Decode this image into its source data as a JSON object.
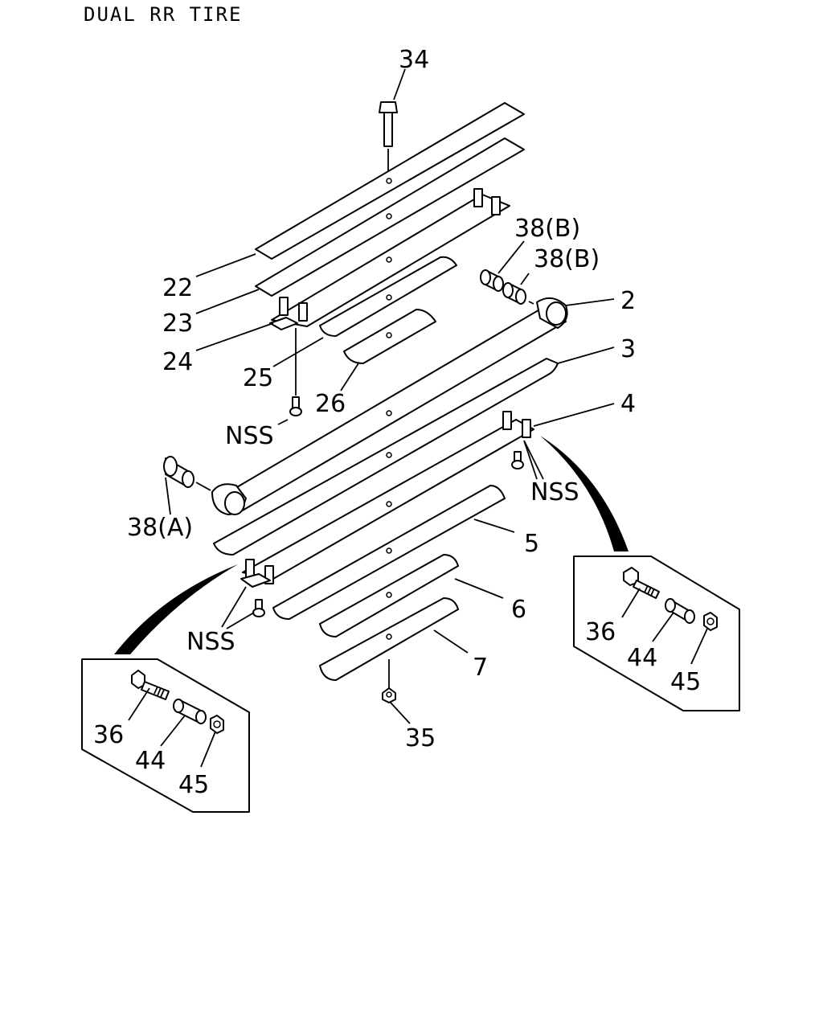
{
  "title": "DUAL RR TIRE",
  "labels": {
    "p34": "34",
    "p22": "22",
    "p23": "23",
    "p24": "24",
    "p25": "25",
    "p26": "26",
    "p38b_1": "38(B)",
    "p38b_2": "38(B)",
    "p2": "2",
    "p3": "3",
    "p4": "4",
    "p5": "5",
    "p6": "6",
    "p7": "7",
    "p35": "35",
    "p38a": "38(A)",
    "nss_1": "NSS",
    "nss_2": "NSS",
    "nss_3": "NSS",
    "right_box": {
      "p36": "36",
      "p44": "44",
      "p45": "45"
    },
    "left_box": {
      "p36": "36",
      "p44": "44",
      "p45": "45"
    }
  }
}
